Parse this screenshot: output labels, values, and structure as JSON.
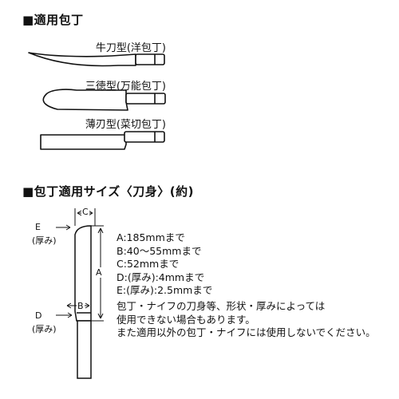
{
  "section1": {
    "title": "■適用包丁"
  },
  "knives": [
    {
      "name": "gyuto",
      "label": "牛刀型(洋包丁)"
    },
    {
      "name": "santoku",
      "label": "三徳型(万能包丁)"
    },
    {
      "name": "nakiri",
      "label": "薄刃型(菜切包丁)"
    }
  ],
  "section2": {
    "title": "■包丁適用サイズ〈刀身〉(約)"
  },
  "diagram": {
    "c_label": "C",
    "b_label": "B",
    "a_label": "A",
    "e_letter": "E",
    "e_thickness": "(厚み)",
    "d_letter": "D",
    "d_thickness": "(厚み)"
  },
  "specs": [
    "A:185mmまで",
    "B:40～55mmまで",
    "C:52mmまで",
    "D:(厚み):4mmまで",
    "E:(厚み):2.5mmまで"
  ],
  "notes": [
    "包丁・ナイフの刀身等、形状・厚みによっては",
    "使用できない場合もあります。",
    "また適用以外の包丁・ナイフには使用しないでください。"
  ]
}
